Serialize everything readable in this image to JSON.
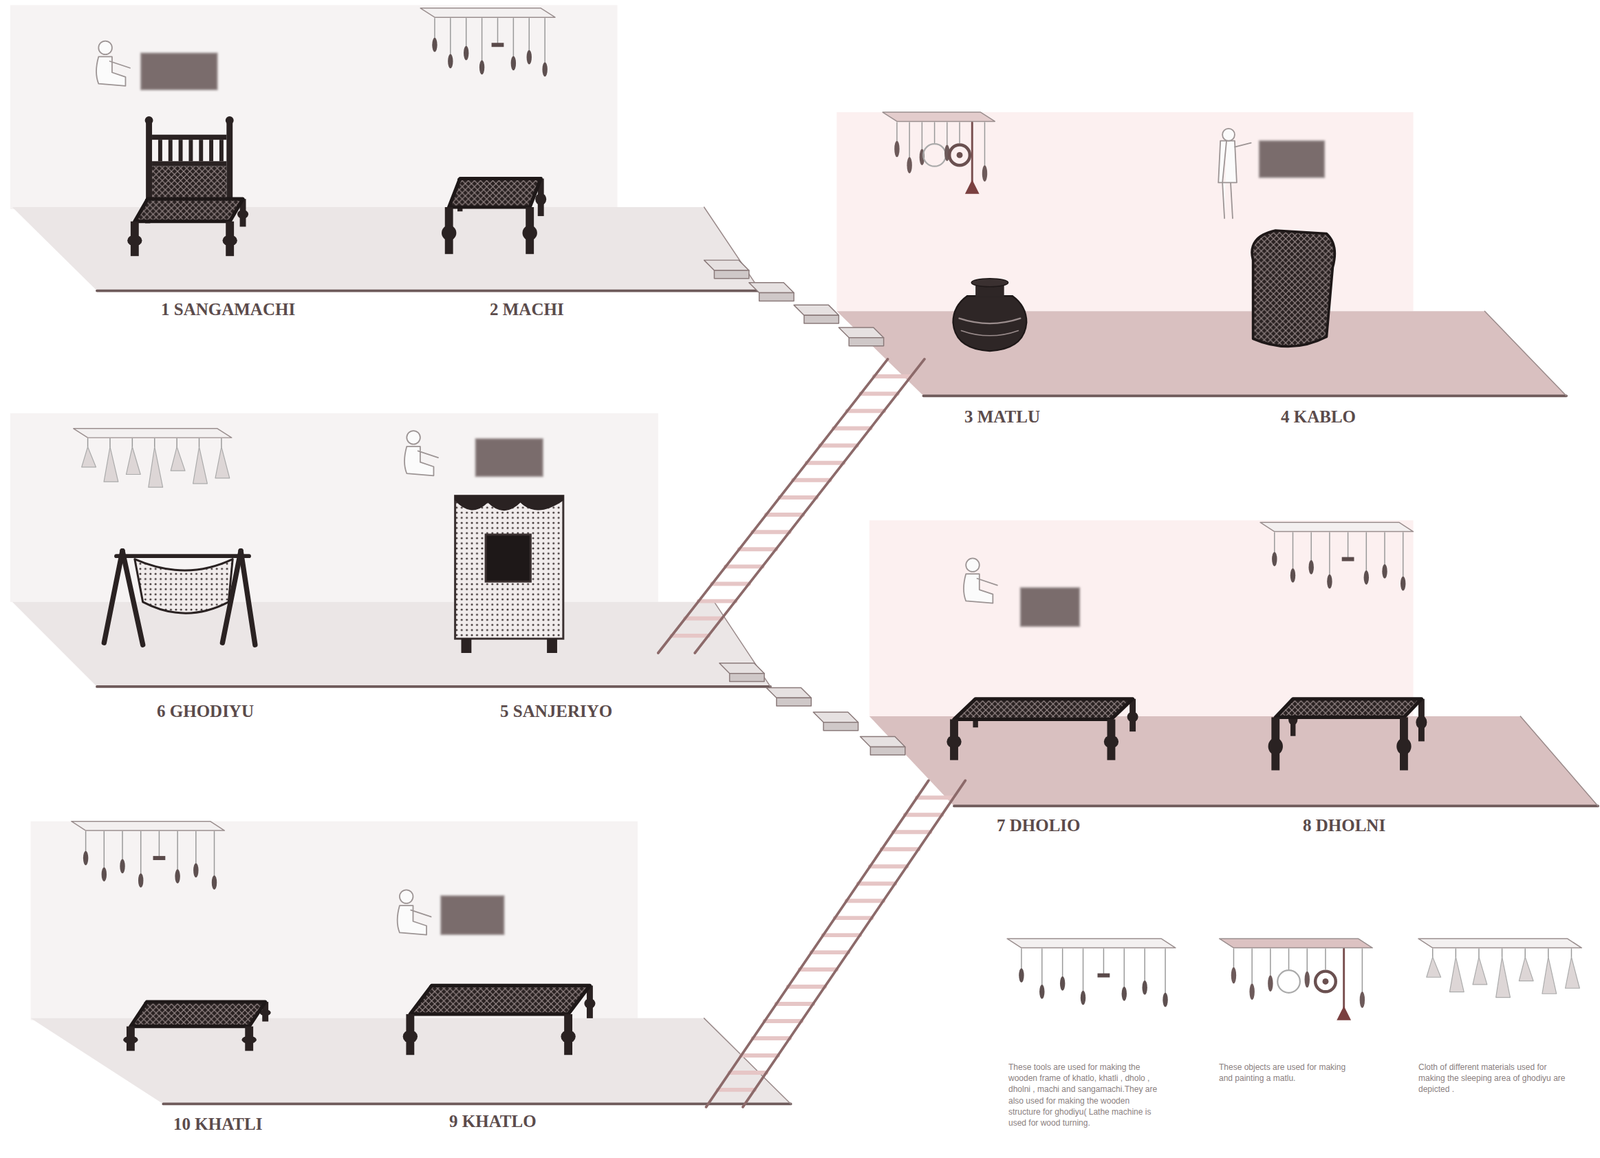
{
  "diagram": {
    "labels": [
      "1 SANGAMACHI",
      "2 MACHI",
      "3 MATLU",
      "4 KABLO",
      "6  GHODIYU",
      "5 SANJERIYO",
      "7 DHOLIO",
      "8 DHOLNI",
      "10 KHATLI",
      "9 KHATLO"
    ],
    "legend": [
      {
        "text": "These tools are used for making the wooden frame of khatlo, khatli , dholo , dholni , machi and sangamachi.They are also used for making the wooden structure for ghodiyu( Lathe machine is used for wood turning."
      },
      {
        "text": "These objects are used for making and painting a matlu."
      },
      {
        "text": "Cloth of different materials used for making the sleeping area of ghodiyu are depicted ."
      }
    ]
  }
}
